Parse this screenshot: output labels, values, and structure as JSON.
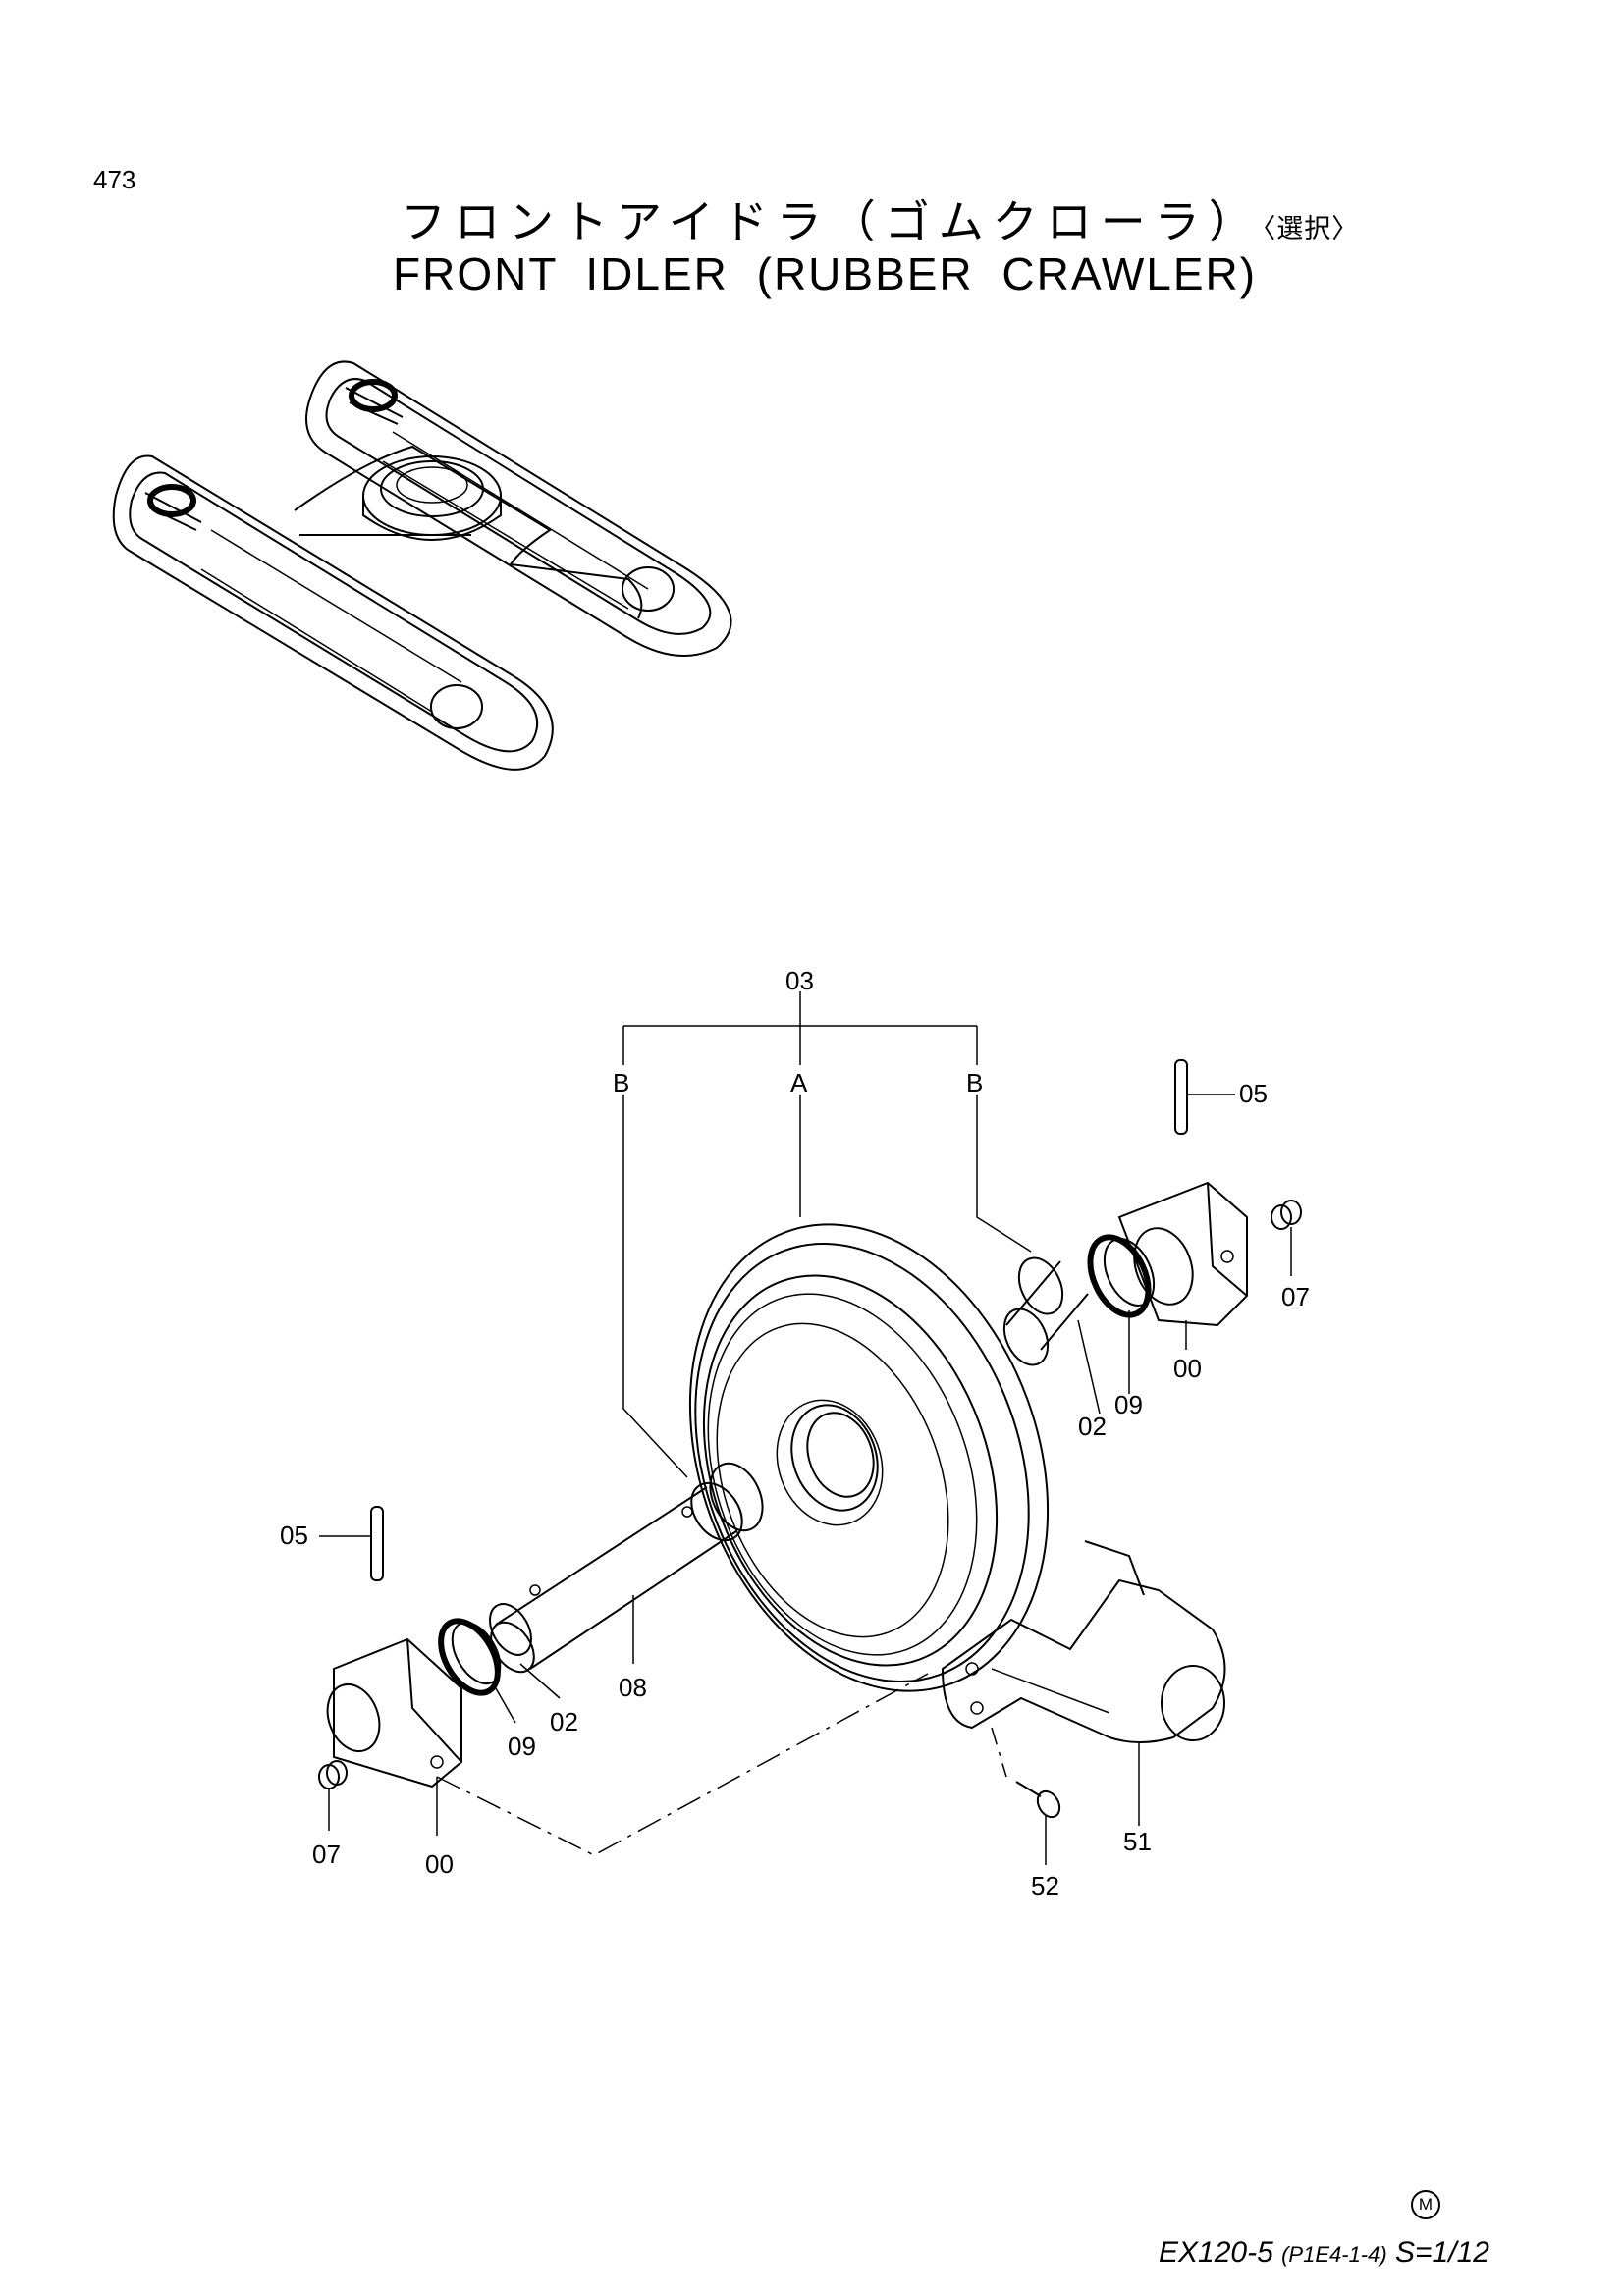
{
  "page": {
    "number": "473",
    "title_jp": "フロントアイドラ（ゴムクローラ）",
    "title_jp_suffix": "〈選択〉",
    "title_en": "FRONT IDLER (RUBBER CRAWLER)"
  },
  "callouts": {
    "c03": "03",
    "cA": "A",
    "cB_left": "B",
    "cB_right": "B",
    "c05_right": "05",
    "c07_right": "07",
    "c00_right": "00",
    "c02_right": "02",
    "c09_right": "09",
    "c05_left": "05",
    "c08": "08",
    "c02_left": "02",
    "c09_left": "09",
    "c07_left": "07",
    "c00_left": "00",
    "c51": "51",
    "c52": "52"
  },
  "footer": {
    "mark": "M",
    "model": "EX120-5",
    "ref": "(P1E4-1-4)",
    "scale": "S=1/12"
  }
}
